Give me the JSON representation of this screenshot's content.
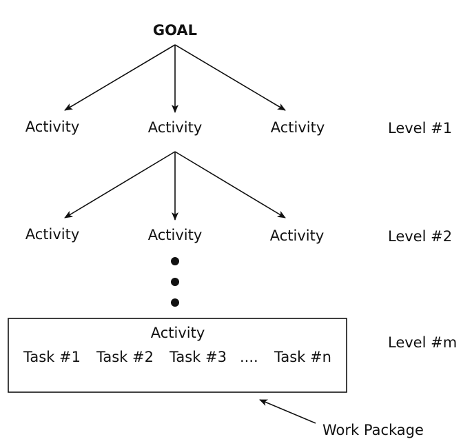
{
  "goal": "GOAL",
  "level1": {
    "activities": [
      "Activity",
      "Activity",
      "Activity"
    ],
    "label": "Level #1"
  },
  "level2": {
    "activities": [
      "Activity",
      "Activity",
      "Activity"
    ],
    "label": "Level #2"
  },
  "levelm": {
    "activity": "Activity",
    "tasks": [
      "Task #1",
      "Task #2",
      "Task #3",
      "....",
      "Task #n"
    ],
    "label": "Level #m"
  },
  "work_package": "Work Package"
}
